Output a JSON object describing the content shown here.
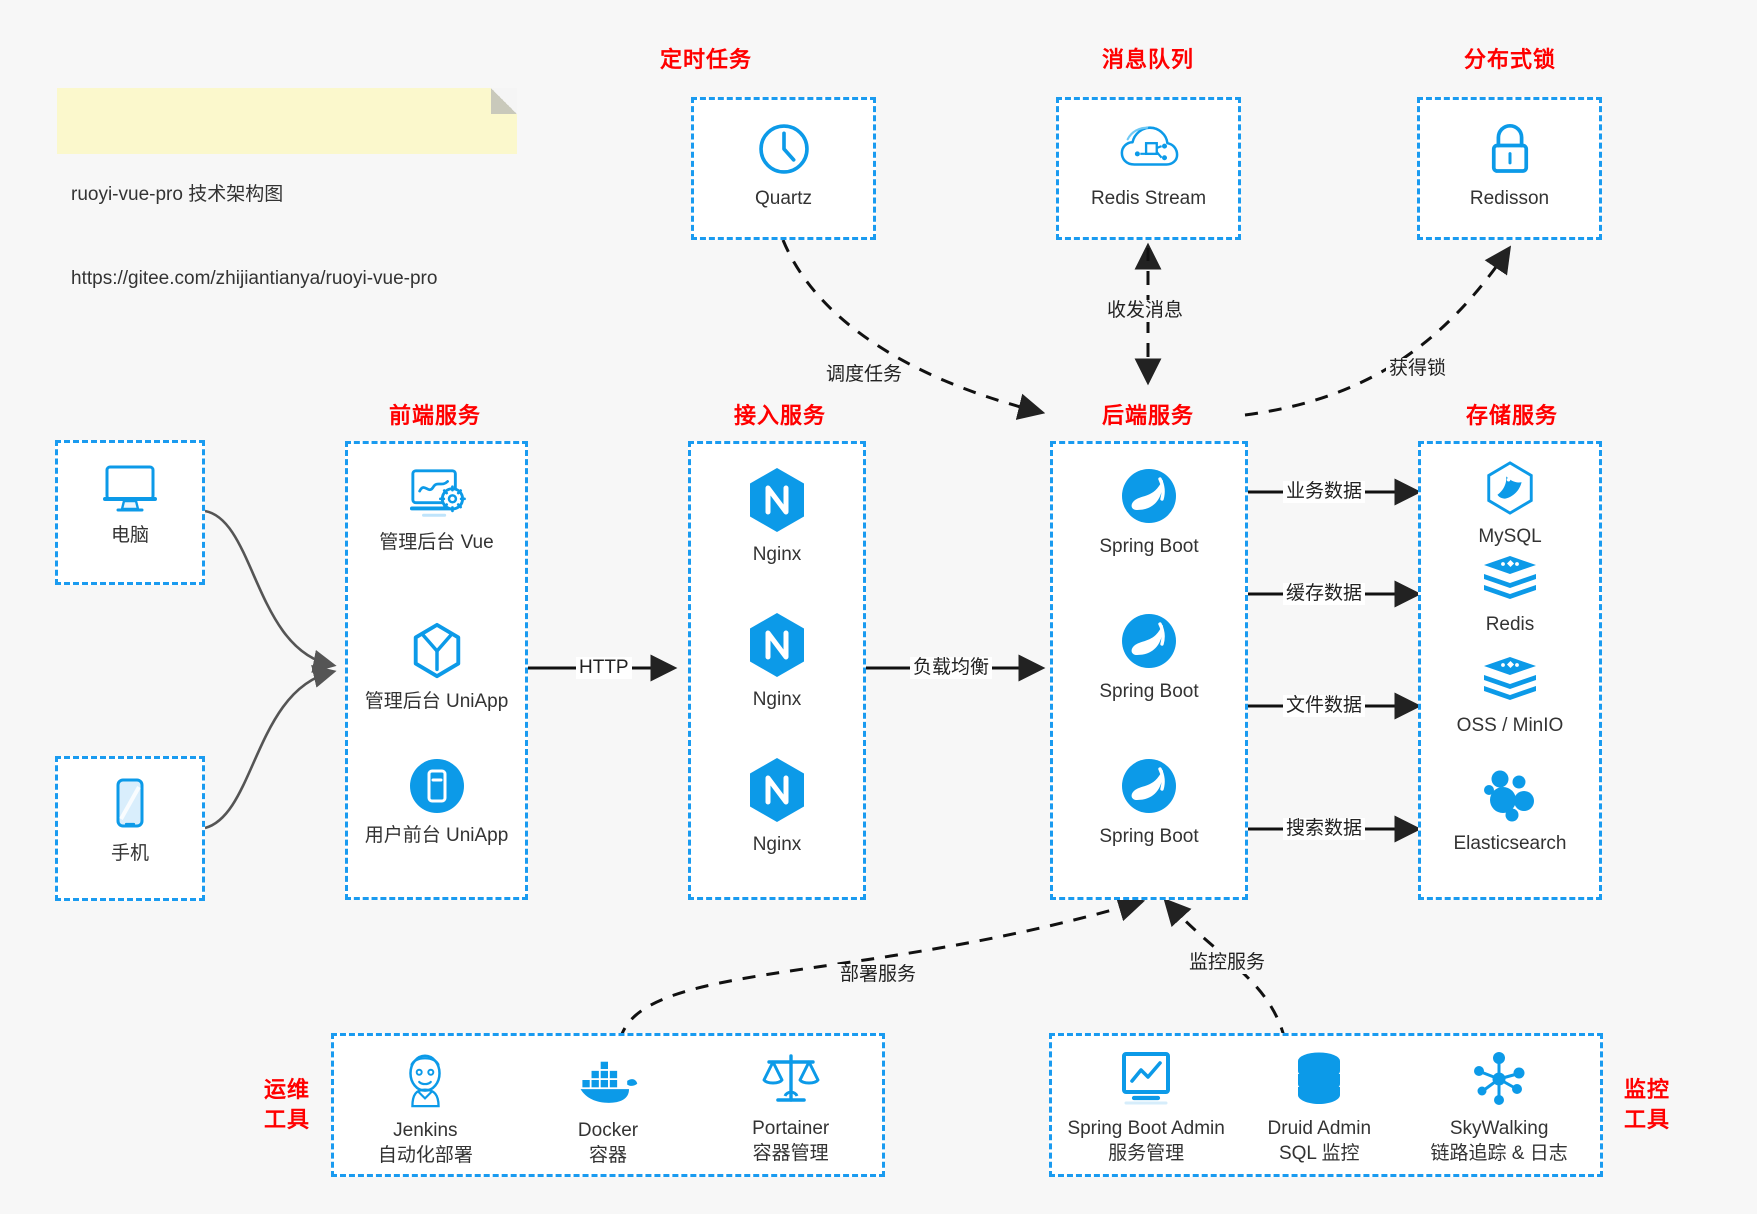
{
  "note": {
    "line1": "ruoyi-vue-pro 技术架构图",
    "line2": "https://gitee.com/zhijiantianya/ruoyi-vue-pro"
  },
  "colors": {
    "box_border": "#1a9bf0",
    "group_title": "#ff0000",
    "icon_blue": "#0c9ae8",
    "note_bg": "#fbf8cc",
    "canvas_bg": "#f7f7f7",
    "arrow": "#222222",
    "client_arrow": "#555555"
  },
  "groups": {
    "scheduler": {
      "title": "定时任务",
      "nodes": [
        {
          "label": "Quartz",
          "icon": "clock-icon"
        }
      ]
    },
    "mq": {
      "title": "消息队列",
      "nodes": [
        {
          "label": "Redis Stream",
          "icon": "cloud-stream-icon"
        }
      ]
    },
    "lock": {
      "title": "分布式锁",
      "nodes": [
        {
          "label": "Redisson",
          "icon": "lock-icon"
        }
      ]
    },
    "clients": {
      "nodes": [
        {
          "label": "电脑",
          "icon": "desktop-icon"
        },
        {
          "label": "手机",
          "icon": "mobile-icon"
        }
      ]
    },
    "frontend": {
      "title": "前端服务",
      "nodes": [
        {
          "label": "管理后台 Vue",
          "icon": "dashboard-icon"
        },
        {
          "label": "管理后台 UniApp",
          "icon": "cube-icon"
        },
        {
          "label": "用户前台 UniApp",
          "icon": "app-icon"
        }
      ]
    },
    "gateway": {
      "title": "接入服务",
      "nodes": [
        {
          "label": "Nginx",
          "icon": "nginx-icon"
        },
        {
          "label": "Nginx",
          "icon": "nginx-icon"
        },
        {
          "label": "Nginx",
          "icon": "nginx-icon"
        }
      ]
    },
    "backend": {
      "title": "后端服务",
      "nodes": [
        {
          "label": "Spring Boot",
          "icon": "spring-icon"
        },
        {
          "label": "Spring Boot",
          "icon": "spring-icon"
        },
        {
          "label": "Spring Boot",
          "icon": "spring-icon"
        }
      ]
    },
    "storage": {
      "title": "存储服务",
      "nodes": [
        {
          "label": "MySQL",
          "icon": "mysql-icon"
        },
        {
          "label": "Redis",
          "icon": "redis-icon"
        },
        {
          "label": "OSS / MinIO",
          "icon": "oss-icon"
        },
        {
          "label": "Elasticsearch",
          "icon": "elasticsearch-icon"
        }
      ]
    },
    "devops": {
      "title_line1": "运维",
      "title_line2": "工具",
      "nodes": [
        {
          "label": "Jenkins",
          "sub": "自动化部署",
          "icon": "jenkins-icon"
        },
        {
          "label": "Docker",
          "sub": "容器",
          "icon": "docker-icon"
        },
        {
          "label": "Portainer",
          "sub": "容器管理",
          "icon": "scales-icon"
        }
      ]
    },
    "monitor": {
      "title_line1": "监控",
      "title_line2": "工具",
      "nodes": [
        {
          "label": "Spring Boot Admin",
          "sub": "服务管理",
          "icon": "monitor-chart-icon"
        },
        {
          "label": "Druid Admin",
          "sub": "SQL 监控",
          "icon": "database-icon"
        },
        {
          "label": "SkyWalking",
          "sub": "链路追踪 & 日志",
          "icon": "network-nodes-icon"
        }
      ]
    }
  },
  "edges": [
    {
      "id": "schedule-task",
      "label": "调度任务"
    },
    {
      "id": "mq-send-recv",
      "label": "收发消息"
    },
    {
      "id": "acquire-lock",
      "label": "获得锁"
    },
    {
      "id": "http",
      "label": "HTTP"
    },
    {
      "id": "load-balance",
      "label": "负载均衡"
    },
    {
      "id": "biz-data",
      "label": "业务数据"
    },
    {
      "id": "cache-data",
      "label": "缓存数据"
    },
    {
      "id": "file-data",
      "label": "文件数据"
    },
    {
      "id": "search-data",
      "label": "搜索数据"
    },
    {
      "id": "deploy-service",
      "label": "部署服务"
    },
    {
      "id": "monitor-service",
      "label": "监控服务"
    }
  ]
}
